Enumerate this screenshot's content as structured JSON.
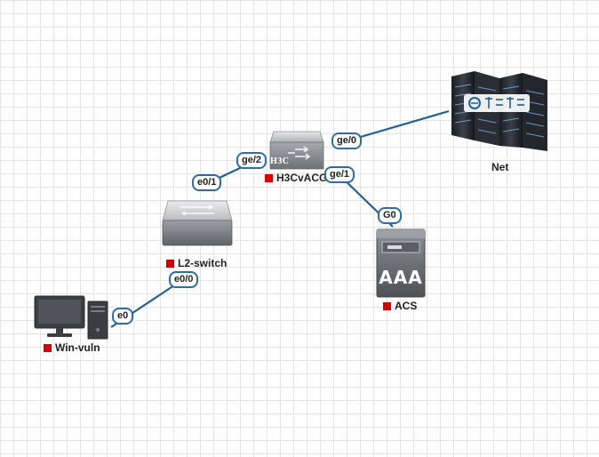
{
  "colors": {
    "link": "#1f5f9a",
    "port_border": "#2d6da3",
    "status_stopped": "#d90000",
    "grid": "#e4e4e4"
  },
  "nodes": {
    "router": {
      "label": "H3CvACG",
      "icon": "router-icon",
      "badge": "H3C"
    },
    "switch": {
      "label": "L2-switch",
      "icon": "switch-icon"
    },
    "pc": {
      "label": "Win-vuln",
      "icon": "desktop-pc-icon"
    },
    "server": {
      "label": "ACS",
      "icon": "aaa-server-icon",
      "badge": "AAA"
    },
    "cloud": {
      "label": "Net",
      "icon": "server-rack-icon"
    }
  },
  "ports": {
    "router_ge0": "ge/0",
    "router_ge1": "ge/1",
    "router_ge2": "ge/2",
    "switch_e01": "e0/1",
    "switch_e00": "e0/0",
    "pc_e0": "e0",
    "server_g0": "G0"
  }
}
